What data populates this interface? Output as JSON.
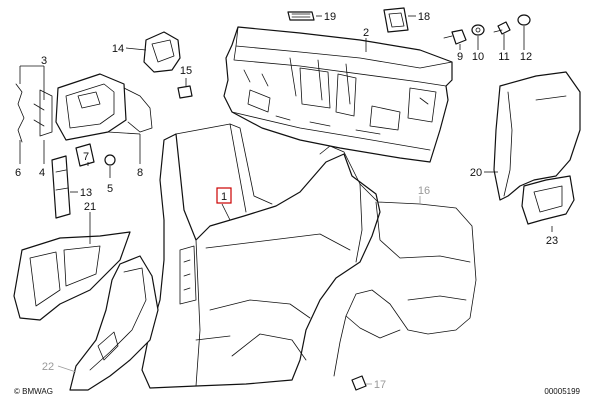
{
  "labels": {
    "p1": "1",
    "p2": "2",
    "p3": "3",
    "p4": "4",
    "p5": "5",
    "p6": "6",
    "p7": "7",
    "p8": "8",
    "p9": "9",
    "p10": "10",
    "p11": "11",
    "p12": "12",
    "p13": "13",
    "p14": "14",
    "p15": "15",
    "p16": "16",
    "p17": "17",
    "p18": "18",
    "p19": "19",
    "p20": "20",
    "p21": "21",
    "p22": "22",
    "p23": "23"
  },
  "footer": {
    "copyright": "© BMWAG",
    "diagram_number": "00005199"
  },
  "colors": {
    "line": "#111111",
    "highlight_box": "#cc0000",
    "grey_label": "#999999"
  }
}
